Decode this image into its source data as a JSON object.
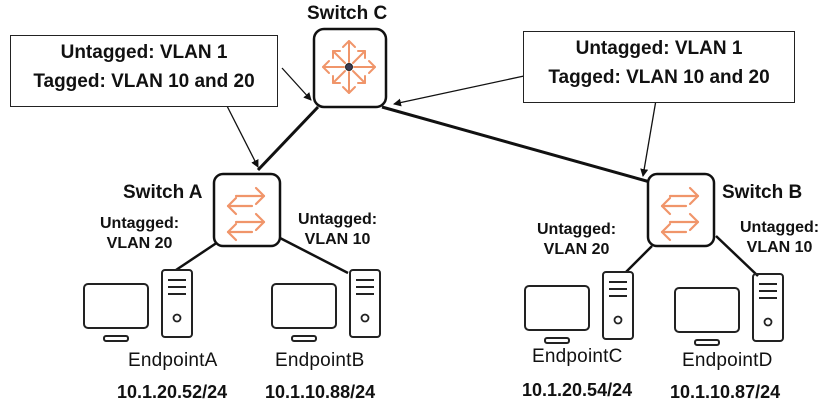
{
  "title": "VLAN trunk topology",
  "colors": {
    "icon_accent": "#f0956a",
    "line": "#111111",
    "box_border": "#222222"
  },
  "switches": {
    "c": {
      "name": "Switch C",
      "icon": "core-switch-icon"
    },
    "a": {
      "name": "Switch A",
      "icon": "access-switch-icon"
    },
    "b": {
      "name": "Switch B",
      "icon": "access-switch-icon"
    }
  },
  "trunks": {
    "left": {
      "untagged": "Untagged: VLAN 1",
      "tagged": "Tagged: VLAN 10 and 20"
    },
    "right": {
      "untagged": "Untagged: VLAN 1",
      "tagged": "Tagged: VLAN 10 and 20"
    }
  },
  "ports": {
    "a_left": {
      "line1": "Untagged:",
      "line2": "VLAN 20"
    },
    "a_right": {
      "line1": "Untagged:",
      "line2": "VLAN 10"
    },
    "b_left": {
      "line1": "Untagged:",
      "line2": "VLAN 20"
    },
    "b_right": {
      "line1": "Untagged:",
      "line2": "VLAN 10"
    }
  },
  "endpoints": [
    {
      "name": "EndpointA",
      "ip": "10.1.20.52/24",
      "icon": "desktop-computer-icon"
    },
    {
      "name": "EndpointB",
      "ip": "10.1.10.88/24",
      "icon": "desktop-computer-icon"
    },
    {
      "name": "EndpointC",
      "ip": "10.1.20.54/24",
      "icon": "desktop-computer-icon"
    },
    {
      "name": "EndpointD",
      "ip": "10.1.10.87/24",
      "icon": "desktop-computer-icon"
    }
  ]
}
